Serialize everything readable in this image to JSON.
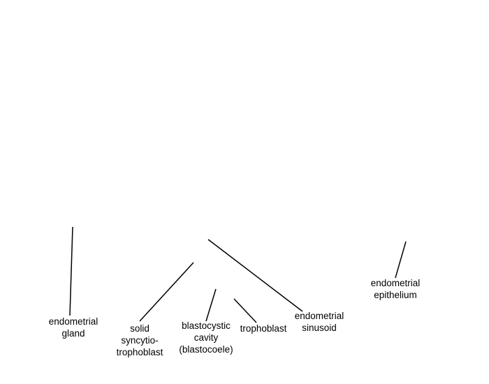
{
  "colors": {
    "background": "#ffffff",
    "line": "#000000",
    "text": "#000000"
  },
  "labels": {
    "endometrial_gland": [
      "endometrial",
      "gland"
    ],
    "solid_syncytiotrophoblast": [
      "solid",
      "syncytio-",
      "trophoblast"
    ],
    "blastocystic_cavity": [
      "blastocystic",
      "cavity",
      "(blastocoele)"
    ],
    "trophoblast": [
      "trophoblast"
    ],
    "endometrial_sinusoid": [
      "endometrial",
      "sinusoid"
    ],
    "endometrial_epithelium": [
      "endometrial",
      "epithelium"
    ]
  }
}
